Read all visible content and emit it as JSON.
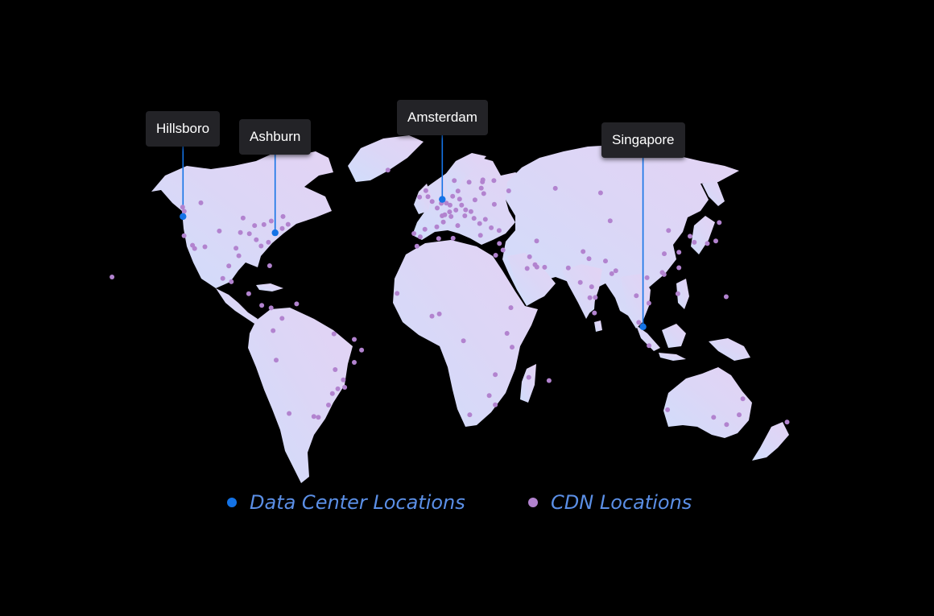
{
  "colors": {
    "background": "#000000",
    "land_light": "#d4dcf8",
    "land_violet": "#e0d4f4",
    "data_center": "#1473e6",
    "cdn": "#b283cf",
    "label_bg": "#232327",
    "legend_text": "#5b8fe6"
  },
  "data_centers": [
    {
      "name": "Hillsboro",
      "lat": 45.5,
      "lon": -122.9
    },
    {
      "name": "Ashburn",
      "lat": 39.0,
      "lon": -77.5
    },
    {
      "name": "Amsterdam",
      "lat": 52.4,
      "lon": 4.9
    },
    {
      "name": "Singapore",
      "lat": 1.35,
      "lon": 103.8
    }
  ],
  "cdn_locations": [
    [
      47.6,
      -122.3
    ],
    [
      37.8,
      -122.4
    ],
    [
      34.0,
      -118.2
    ],
    [
      32.7,
      -117.2
    ],
    [
      33.4,
      -112.1
    ],
    [
      39.7,
      -105.0
    ],
    [
      32.8,
      -96.8
    ],
    [
      29.8,
      -95.4
    ],
    [
      41.9,
      -87.6
    ],
    [
      44.9,
      -93.3
    ],
    [
      42.3,
      -83.0
    ],
    [
      40.7,
      -74.0
    ],
    [
      42.4,
      -71.1
    ],
    [
      33.7,
      -84.4
    ],
    [
      25.8,
      -80.2
    ],
    [
      35.2,
      -80.8
    ],
    [
      36.2,
      -86.8
    ],
    [
      39.1,
      -94.6
    ],
    [
      38.6,
      -90.2
    ],
    [
      43.7,
      -79.4
    ],
    [
      45.5,
      -73.6
    ],
    [
      49.3,
      -123.1
    ],
    [
      51.0,
      -114.1
    ],
    [
      21.3,
      -157.9
    ],
    [
      19.4,
      -99.1
    ],
    [
      20.7,
      -103.3
    ],
    [
      25.7,
      -100.3
    ],
    [
      14.6,
      -90.5
    ],
    [
      9.9,
      -84.1
    ],
    [
      8.9,
      -79.5
    ],
    [
      4.7,
      -74.1
    ],
    [
      10.5,
      -66.9
    ],
    [
      -0.2,
      -78.5
    ],
    [
      -12.0,
      -77.0
    ],
    [
      -33.4,
      -70.6
    ],
    [
      -34.6,
      -58.4
    ],
    [
      -23.5,
      -46.6
    ],
    [
      -22.9,
      -43.2
    ],
    [
      -15.8,
      -47.9
    ],
    [
      -8.0,
      -34.9
    ],
    [
      -12.9,
      -38.5
    ],
    [
      -30.0,
      -51.2
    ],
    [
      -25.4,
      -49.3
    ],
    [
      -19.9,
      -43.9
    ],
    [
      -3.7,
      -38.5
    ],
    [
      -1.5,
      -48.5
    ],
    [
      -34.9,
      -56.2
    ],
    [
      51.5,
      -0.1
    ],
    [
      53.3,
      -6.3
    ],
    [
      53.5,
      -2.2
    ],
    [
      55.9,
      -3.2
    ],
    [
      48.9,
      2.4
    ],
    [
      45.8,
      4.8
    ],
    [
      43.3,
      5.4
    ],
    [
      50.8,
      4.4
    ],
    [
      50.1,
      8.7
    ],
    [
      52.5,
      13.4
    ],
    [
      53.6,
      10.0
    ],
    [
      48.1,
      11.6
    ],
    [
      50.9,
      6.9
    ],
    [
      47.4,
      8.5
    ],
    [
      46.2,
      6.1
    ],
    [
      48.2,
      16.4
    ],
    [
      50.1,
      14.4
    ],
    [
      52.2,
      21.0
    ],
    [
      47.5,
      19.0
    ],
    [
      45.5,
      9.2
    ],
    [
      41.9,
      12.5
    ],
    [
      40.4,
      -3.7
    ],
    [
      41.4,
      2.2
    ],
    [
      38.7,
      -9.1
    ],
    [
      37.4,
      -6.0
    ],
    [
      55.7,
      12.6
    ],
    [
      59.3,
      18.1
    ],
    [
      59.9,
      10.8
    ],
    [
      60.2,
      24.9
    ],
    [
      59.4,
      24.7
    ],
    [
      56.9,
      24.1
    ],
    [
      54.7,
      25.3
    ],
    [
      50.4,
      30.5
    ],
    [
      55.8,
      37.6
    ],
    [
      59.9,
      30.3
    ],
    [
      44.4,
      26.1
    ],
    [
      42.7,
      23.3
    ],
    [
      37.98,
      23.7
    ],
    [
      41.0,
      29.0
    ],
    [
      39.9,
      32.9
    ],
    [
      45.8,
      16.0
    ],
    [
      44.8,
      20.5
    ],
    [
      64.1,
      -21.9
    ],
    [
      56.8,
      60.6
    ],
    [
      55.0,
      82.9
    ],
    [
      34.7,
      33.0
    ],
    [
      32.1,
      34.8
    ],
    [
      30.0,
      31.2
    ],
    [
      24.7,
      46.7
    ],
    [
      25.2,
      55.3
    ],
    [
      25.3,
      51.5
    ],
    [
      26.2,
      50.6
    ],
    [
      29.4,
      47.9
    ],
    [
      35.7,
      51.4
    ],
    [
      31.5,
      74.3
    ],
    [
      24.9,
      67.0
    ],
    [
      28.6,
      77.2
    ],
    [
      19.1,
      72.9
    ],
    [
      13.1,
      80.3
    ],
    [
      12.97,
      77.6
    ],
    [
      17.4,
      78.5
    ],
    [
      22.6,
      88.4
    ],
    [
      23.8,
      90.4
    ],
    [
      27.7,
      85.3
    ],
    [
      6.9,
      79.9
    ],
    [
      13.8,
      100.5
    ],
    [
      21.0,
      105.8
    ],
    [
      10.8,
      106.7
    ],
    [
      3.1,
      101.7
    ],
    [
      -6.2,
      106.8
    ],
    [
      14.6,
      121.0
    ],
    [
      22.3,
      114.2
    ],
    [
      25.0,
      121.5
    ],
    [
      31.2,
      121.5
    ],
    [
      39.9,
      116.4
    ],
    [
      23.1,
      113.3
    ],
    [
      30.6,
      114.3
    ],
    [
      37.6,
      127.0
    ],
    [
      35.2,
      129.1
    ],
    [
      35.7,
      139.7
    ],
    [
      34.7,
      135.5
    ],
    [
      43.1,
      141.4
    ],
    [
      43.8,
      87.6
    ],
    [
      13.4,
      144.8
    ],
    [
      -33.9,
      151.2
    ],
    [
      -37.8,
      145.0
    ],
    [
      -27.5,
      153.0
    ],
    [
      -31.9,
      115.9
    ],
    [
      -34.9,
      138.6
    ],
    [
      -36.8,
      174.8
    ],
    [
      6.5,
      3.4
    ],
    [
      5.6,
      -0.2
    ],
    [
      14.7,
      -17.4
    ],
    [
      33.6,
      -7.6
    ],
    [
      36.8,
      10.2
    ],
    [
      36.7,
      3.1
    ],
    [
      -1.3,
      36.8
    ],
    [
      -6.8,
      39.3
    ],
    [
      9.0,
      38.7
    ],
    [
      -26.2,
      28.0
    ],
    [
      -33.9,
      18.4
    ],
    [
      -29.9,
      31.0
    ],
    [
      -4.3,
      15.3
    ],
    [
      -17.8,
      31.0
    ],
    [
      -18.9,
      47.5
    ],
    [
      -20.2,
      57.5
    ]
  ],
  "labels": {
    "hillsboro": "Hillsboro",
    "ashburn": "Ashburn",
    "amsterdam": "Amsterdam",
    "singapore": "Singapore"
  },
  "legend": {
    "data_center": "Data Center Locations",
    "cdn": "CDN Locations"
  }
}
